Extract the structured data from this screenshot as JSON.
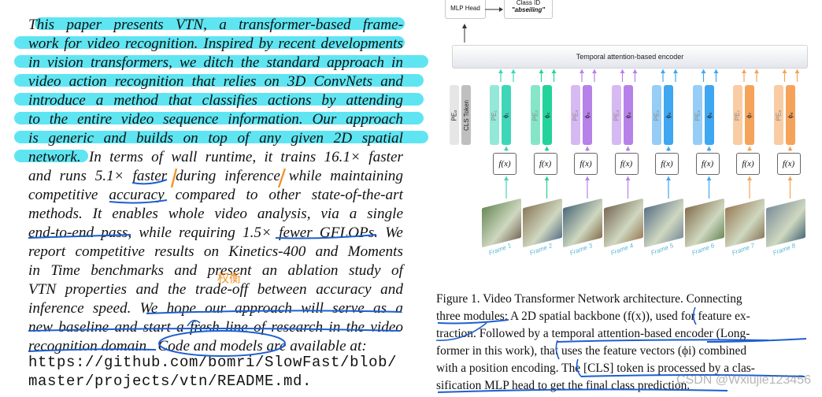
{
  "abstract": {
    "lines": [
      [
        "This",
        "paper",
        "presents",
        "VTN,",
        "a",
        "transformer-based",
        "frame-"
      ],
      [
        "work",
        "for",
        "video",
        "recognition.",
        "Inspired",
        "by",
        "recent",
        "developments"
      ],
      [
        "in",
        "vision",
        "transformers,",
        "we",
        "ditch",
        "the",
        "standard",
        "approach",
        "in"
      ],
      [
        "video",
        "action",
        "recognition",
        "that",
        "relies",
        "on",
        "3D",
        "ConvNets",
        "and"
      ],
      [
        "introduce",
        "a",
        "method",
        "that",
        "classifies",
        "actions",
        "by",
        "attending"
      ],
      [
        "to",
        "the",
        "entire",
        "video",
        "sequence",
        "information.",
        "Our",
        "approach"
      ],
      [
        "is",
        "generic",
        "and",
        "builds",
        "on",
        "top",
        "of",
        "any",
        "given",
        "2D",
        "spatial"
      ],
      [
        "network.",
        "In",
        "terms",
        "of",
        "wall",
        "runtime,",
        "it",
        "trains",
        "16.1×",
        "faster"
      ],
      [
        "and",
        "runs",
        "5.1×",
        "faster",
        "during",
        "inference",
        "while",
        "maintaining"
      ],
      [
        "competitive",
        "accuracy",
        "compared",
        "to",
        "other",
        "state-of-the-art"
      ],
      [
        "methods.",
        "It",
        "enables",
        "whole",
        "video",
        "analysis,",
        "via",
        "a",
        "single"
      ],
      [
        "end-to-end",
        "pass,",
        "while",
        "requiring",
        "1.5×",
        "fewer",
        "GFLOPs.",
        "We"
      ],
      [
        "report",
        "competitive",
        "results",
        "on",
        "Kinetics-400",
        "and",
        "Moments"
      ],
      [
        "in",
        "Time",
        "benchmarks",
        "and",
        "present",
        "an",
        "ablation",
        "study",
        "of"
      ],
      [
        "VTN",
        "properties",
        "and",
        "the",
        "trade-off",
        "between",
        "accuracy",
        "and"
      ],
      [
        "inference",
        "speed.",
        "We",
        "hope",
        "our",
        "approach",
        "will",
        "serve",
        "as",
        "a"
      ],
      [
        "new",
        "baseline",
        "and",
        "start",
        "a",
        "fresh",
        "line",
        "of",
        "research",
        "in",
        "the",
        "video"
      ],
      [
        "recognition domain.  Code and models are available at:"
      ]
    ],
    "code_lines": [
      "https://github.com/bomri/SlowFast/blob/",
      "master/projects/vtn/README.md."
    ],
    "annotation_note": "权衡"
  },
  "figure": {
    "mlp_head": "MLP Head",
    "class_box": "Class ID",
    "class_value": "\"abseiling\"",
    "encoder_label": "Temporal attention-based encoder",
    "pe0_label": "PE₀",
    "cls_label": "CLS Token",
    "pe_labels": [
      "PE₁",
      "PE₂",
      "PE₃",
      "PE₄",
      "PE₅",
      "PE₆",
      "PE₇",
      "PE₈"
    ],
    "phi_labels": [
      "ϕ₁",
      "ϕ₂",
      "ϕ₃",
      "ϕ₄",
      "ϕ₅",
      "ϕ₆",
      "ϕ₇",
      "ϕ₈"
    ],
    "fx_label": "f(x)",
    "frame_labels": [
      "Frame 1",
      "Frame 2",
      "Frame 3",
      "Frame 4",
      "Frame 5",
      "Frame 6",
      "Frame 7",
      "Frame 8"
    ],
    "colors": [
      "#3ed6b8",
      "#22d39a",
      "#b681e8",
      "#b681e8",
      "#3fa6f2",
      "#3fa6f2",
      "#f5a35a",
      "#f5a35a"
    ]
  },
  "caption": {
    "lines": [
      "Figure 1. Video Transformer Network architecture.  Connecting",
      "three modules: A 2D spatial backbone (f(x)), used for feature ex-",
      "traction. Followed by a temporal attention-based encoder (Long-",
      "former in this work), that uses the feature vectors (ϕi) combined",
      "with a position encoding. The [CLS] token is processed by a clas-",
      "sification MLP head to get the final class prediction."
    ]
  },
  "watermark": "CSDN @Wxiujie123456"
}
